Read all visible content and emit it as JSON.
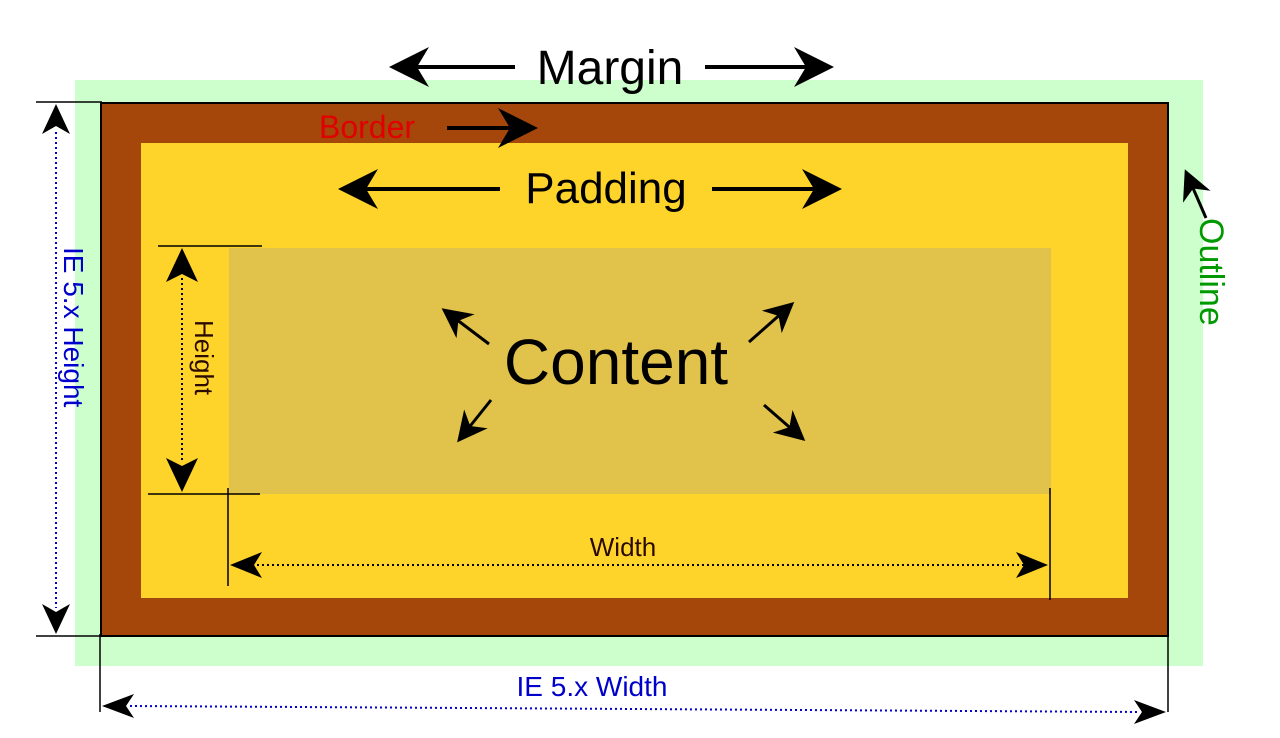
{
  "labels": {
    "margin": "Margin",
    "border": "Border",
    "padding": "Padding",
    "outline": "Outline",
    "content": "Content",
    "height": "Height",
    "width": "Width",
    "ie_height": "IE 5.x Height",
    "ie_width": "IE 5.x Width"
  },
  "colors": {
    "outline": "#ccffcc",
    "border": "#a5470a",
    "padding": "#ffd42a",
    "content": "#e1c24a",
    "label_border": "#e00000",
    "label_outline": "#009900",
    "label_ie": "#0000cc",
    "text": "#000000",
    "dim_text": "#2b0a00"
  },
  "icons": {
    "arrow": "arrowhead-icon"
  }
}
